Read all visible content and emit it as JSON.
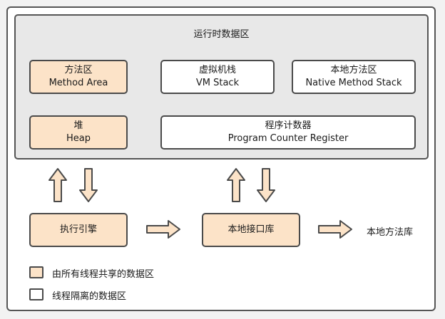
{
  "runtime_area": {
    "title": "运行时数据区"
  },
  "method_area": {
    "zh": "方法区",
    "en": "Method Area"
  },
  "vm_stack": {
    "zh": "虚拟机栈",
    "en": "VM Stack"
  },
  "native_method_stack": {
    "zh": "本地方法区",
    "en": "Native Method Stack"
  },
  "heap": {
    "zh": "堆",
    "en": "Heap"
  },
  "program_counter": {
    "zh": "程序计数器",
    "en": "Program Counter Register"
  },
  "execution_engine": {
    "label": "执行引擎"
  },
  "native_interface": {
    "label": "本地接口库"
  },
  "native_library": {
    "label": "本地方法库"
  },
  "legend": {
    "shared": "由所有线程共享的数据区",
    "isolated": "线程隔离的数据区"
  },
  "colors": {
    "shared_fill": "#fce3c8",
    "isolated_fill": "#ffffff",
    "runtime_area_fill": "#e8e8e8",
    "border": "#4a4a4a"
  }
}
